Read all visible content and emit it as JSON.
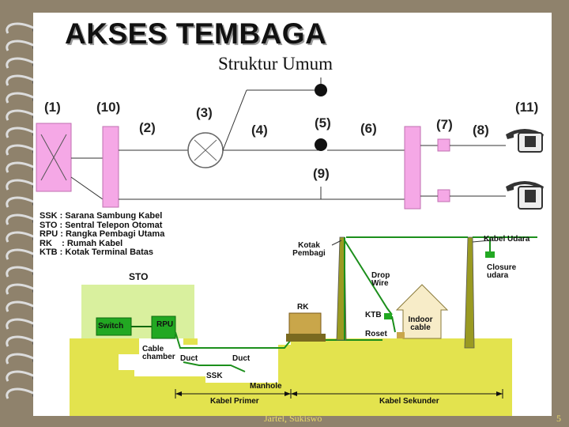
{
  "title": "AKSES TEMBAGA",
  "subtitle": "Struktur Umum",
  "components": {
    "n1": "(1)",
    "n10": "(10)",
    "n2": "(2)",
    "n3": "(3)",
    "n4": "(4)",
    "n5": "(5)",
    "n6": "(6)",
    "n7": "(7)",
    "n8": "(8)",
    "n9": "(9)",
    "n11": "(11)"
  },
  "legend": [
    "SSK : Sarana Sambung Kabel",
    "STO : Sentral Telepon Otomat",
    "RPU : Rangka Pembagi Utama",
    "RK    : Rumah Kabel",
    "KTB : Kotak Terminal Batas"
  ],
  "network": {
    "sto": "STO",
    "switch": "Switch",
    "rpu": "RPU",
    "cable_chamber": "Cable chamber",
    "duct1": "Duct",
    "duct2": "Duct",
    "ssk": "SSK",
    "manhole": "Manhole",
    "kabel_primer": "Kabel Primer",
    "kabel_sekunder": "Kabel Sekunder",
    "kotak_pembagi": "Kotak Pembagi",
    "drop_wire": "Drop Wire",
    "rk": "RK",
    "ktb": "KTB",
    "roset": "Roset",
    "indoor_cable": "Indoor cable",
    "kabel_udara": "Kabel Udara",
    "closure_udara": "Closure udara"
  },
  "footer": {
    "author": "Jartel, Sukiswo",
    "page": "5"
  },
  "colors": {
    "frame": "#8f826c",
    "pink": "#f5a8e6",
    "ground": "#e3e34e",
    "sto_building": "#d9f09e",
    "wire": "#1c8f1c",
    "pole": "#9a9a22"
  }
}
